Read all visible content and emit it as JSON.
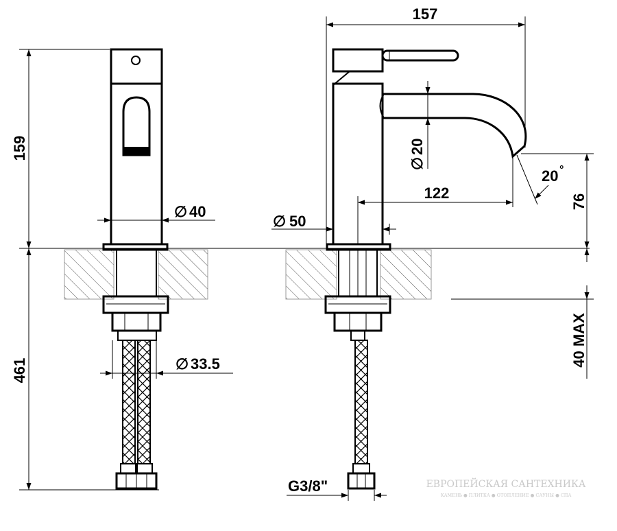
{
  "dimensions": {
    "height_above_counter": "159",
    "height_below_counter": "461",
    "body_diameter": "40",
    "hose_diameter": "33.5",
    "total_length": "157",
    "spout_diameter": "20",
    "spout_reach": "122",
    "spout_angle": "20",
    "base_diameter": "50",
    "outlet_height": "76",
    "max_counter_thickness": "40 MAX",
    "thread": "G3/8\""
  },
  "symbols": {
    "diameter": "∅",
    "degree": "°"
  },
  "watermark": {
    "title": "ЕВРОПЕЙСКАЯ САНТЕХНИКА",
    "subtitle": "КАМЕНЬ ● ПЛИТКА ● ОТОПЛЕНИЕ ● САУНЫ ● СПА"
  }
}
